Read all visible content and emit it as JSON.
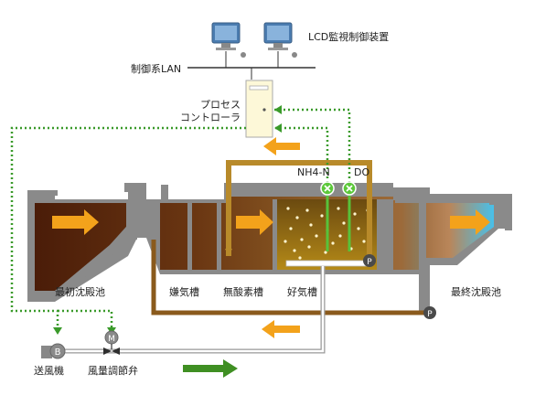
{
  "network": {
    "lan_label": "制御系LAN",
    "monitor_label": "LCD監視制御装置"
  },
  "controller": {
    "line1": "プロセス",
    "line2": "コントローラ"
  },
  "sensors": {
    "ammonia": "NH4-N",
    "do": "DO"
  },
  "tanks": {
    "primary": "最初沈殿池",
    "anaerobic": "嫌気槽",
    "anoxic": "無酸素槽",
    "aerobic": "好気槽",
    "final": "最終沈殿池"
  },
  "equipment": {
    "blower_letter": "B",
    "blower_label": "送風機",
    "valve_letter": "M",
    "valve_label": "風量調節弁",
    "pump_letter": "P"
  },
  "colors": {
    "signal_dotted": "#3a9a2a",
    "flow_arrow": "#f3a21b",
    "air_arrow": "#3f8f23",
    "pipe": "#b88a2a",
    "tank_fill": "#5a2a0e",
    "sludge": "#8a5a1c",
    "final_water": "#4cc3ea"
  }
}
